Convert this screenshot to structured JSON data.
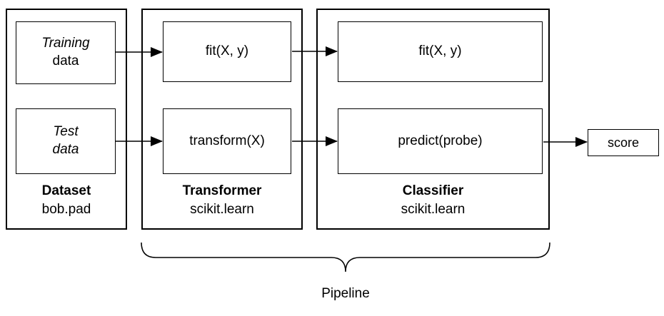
{
  "dataset": {
    "title": "Dataset",
    "subtitle": "bob.pad",
    "training": {
      "line1": "Training",
      "line2": "data"
    },
    "test": {
      "line1": "Test",
      "line2": "data"
    }
  },
  "transformer": {
    "title": "Transformer",
    "subtitle": "scikit.learn",
    "fit_label": "fit(X, y)",
    "transform_label": "transform(X)"
  },
  "classifier": {
    "title": "Classifier",
    "subtitle": "scikit.learn",
    "fit_label": "fit(X, y)",
    "predict_label": "predict(probe)"
  },
  "score_label": "score",
  "pipeline_label": "Pipeline",
  "colors": {
    "stroke": "#000000",
    "background": "#ffffff"
  }
}
